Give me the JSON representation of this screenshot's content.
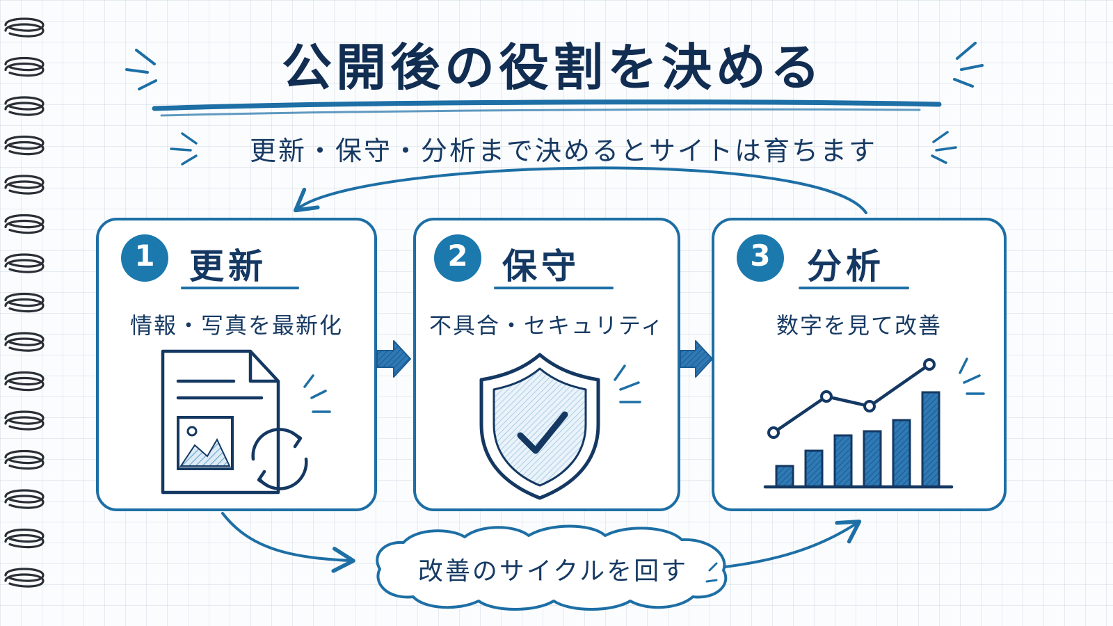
{
  "title": "公開後の役割を決める",
  "subtitle": "更新・保守・分析まで決めるとサイトは育ちます",
  "steps": [
    {
      "number": "1",
      "title": "更新",
      "description": "情報・写真を最新化",
      "icon": "document-refresh-icon"
    },
    {
      "number": "2",
      "title": "保守",
      "description": "不具合・セキュリティ",
      "icon": "shield-check-icon"
    },
    {
      "number": "3",
      "title": "分析",
      "description": "数字を見て改善",
      "icon": "bar-line-chart-icon"
    }
  ],
  "cycle": {
    "label": "改善のサイクルを回す"
  },
  "colors": {
    "primary": "#1d6fa5",
    "ink": "#12325a",
    "badge": "#1b79ad",
    "background": "#fbfcfd"
  }
}
